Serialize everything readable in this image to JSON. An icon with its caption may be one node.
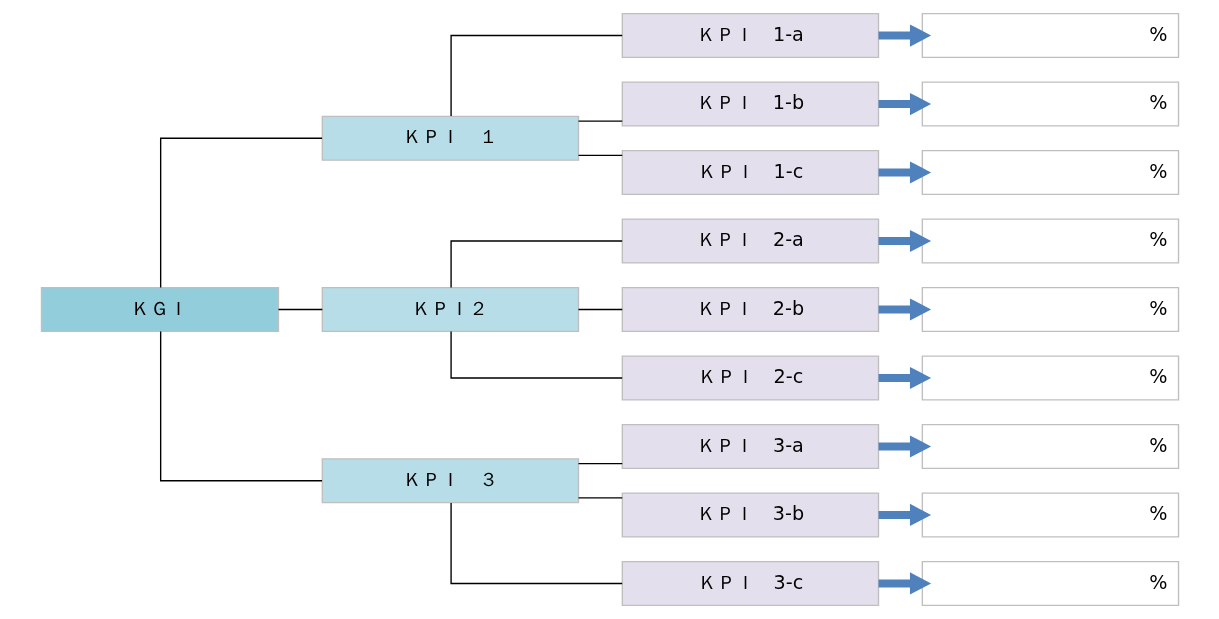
{
  "diagram": {
    "nodes": [
      {
        "text": [
          "ＫＧＩ"
        ]
      },
      {
        "text": [
          "ＫＰＩ　１"
        ]
      },
      {
        "text": [
          "ＫＰＩ　1-a"
        ]
      },
      {
        "text": [
          "%"
        ]
      },
      {
        "text": [
          "ＫＰＩ　1-b"
        ]
      },
      {
        "text": [
          "%"
        ]
      },
      {
        "text": [
          "ＫＰＩ　1-c"
        ]
      },
      {
        "text": [
          "%"
        ]
      },
      {
        "text": [
          "ＫＰＩ２"
        ]
      },
      {
        "text": [
          "ＫＰＩ　2-a"
        ]
      },
      {
        "text": [
          "%"
        ]
      },
      {
        "text": [
          "ＫＰＩ　2-b"
        ]
      },
      {
        "text": [
          "%"
        ]
      },
      {
        "text": [
          "ＫＰＩ　2-c"
        ]
      },
      {
        "text": [
          "%"
        ]
      },
      {
        "text": [
          "ＫＰＩ　３"
        ]
      },
      {
        "text": [
          "ＫＰＩ　3-a"
        ]
      },
      {
        "text": [
          "%"
        ]
      },
      {
        "text": [
          "ＫＰＩ　3-b"
        ]
      },
      {
        "text": [
          "%"
        ]
      },
      {
        "text": [
          "ＫＰＩ　3-c"
        ]
      },
      {
        "text": [
          "%"
        ]
      }
    ],
    "edges": [
      {
        "from": 0,
        "to": 1,
        "arrow": "none"
      },
      {
        "from": 0,
        "to": 8,
        "arrow": "none"
      },
      {
        "from": 0,
        "to": 15,
        "arrow": "none"
      },
      {
        "from": 1,
        "to": 2,
        "arrow": "none"
      },
      {
        "from": 1,
        "to": 4,
        "arrow": "none"
      },
      {
        "from": 1,
        "to": 6,
        "arrow": "none"
      },
      {
        "from": 8,
        "to": 9,
        "arrow": "none"
      },
      {
        "from": 8,
        "to": 11,
        "arrow": "none"
      },
      {
        "from": 8,
        "to": 13,
        "arrow": "none"
      },
      {
        "from": 15,
        "to": 16,
        "arrow": "none"
      },
      {
        "from": 15,
        "to": 18,
        "arrow": "none"
      },
      {
        "from": 15,
        "to": 20,
        "arrow": "none"
      },
      {
        "from": 2,
        "to": 3,
        "arrow": "to",
        "style": "thick",
        "color": "#4f81bd"
      },
      {
        "from": 4,
        "to": 5,
        "arrow": "to",
        "style": "thick",
        "color": "#4f81bd"
      },
      {
        "from": 6,
        "to": 7,
        "arrow": "to",
        "style": "thick",
        "color": "#4f81bd"
      },
      {
        "from": 9,
        "to": 10,
        "arrow": "to",
        "style": "thick",
        "color": "#4f81bd"
      },
      {
        "from": 11,
        "to": 12,
        "arrow": "to",
        "style": "thick",
        "color": "#4f81bd"
      },
      {
        "from": 13,
        "to": 14,
        "arrow": "to",
        "style": "thick",
        "color": "#4f81bd"
      },
      {
        "from": 16,
        "to": 17,
        "arrow": "to",
        "style": "thick",
        "color": "#4f81bd"
      },
      {
        "from": 18,
        "to": 19,
        "arrow": "to",
        "style": "thick",
        "color": "#4f81bd"
      },
      {
        "from": 20,
        "to": 21,
        "arrow": "to",
        "style": "thick",
        "color": "#4f81bd"
      }
    ]
  }
}
